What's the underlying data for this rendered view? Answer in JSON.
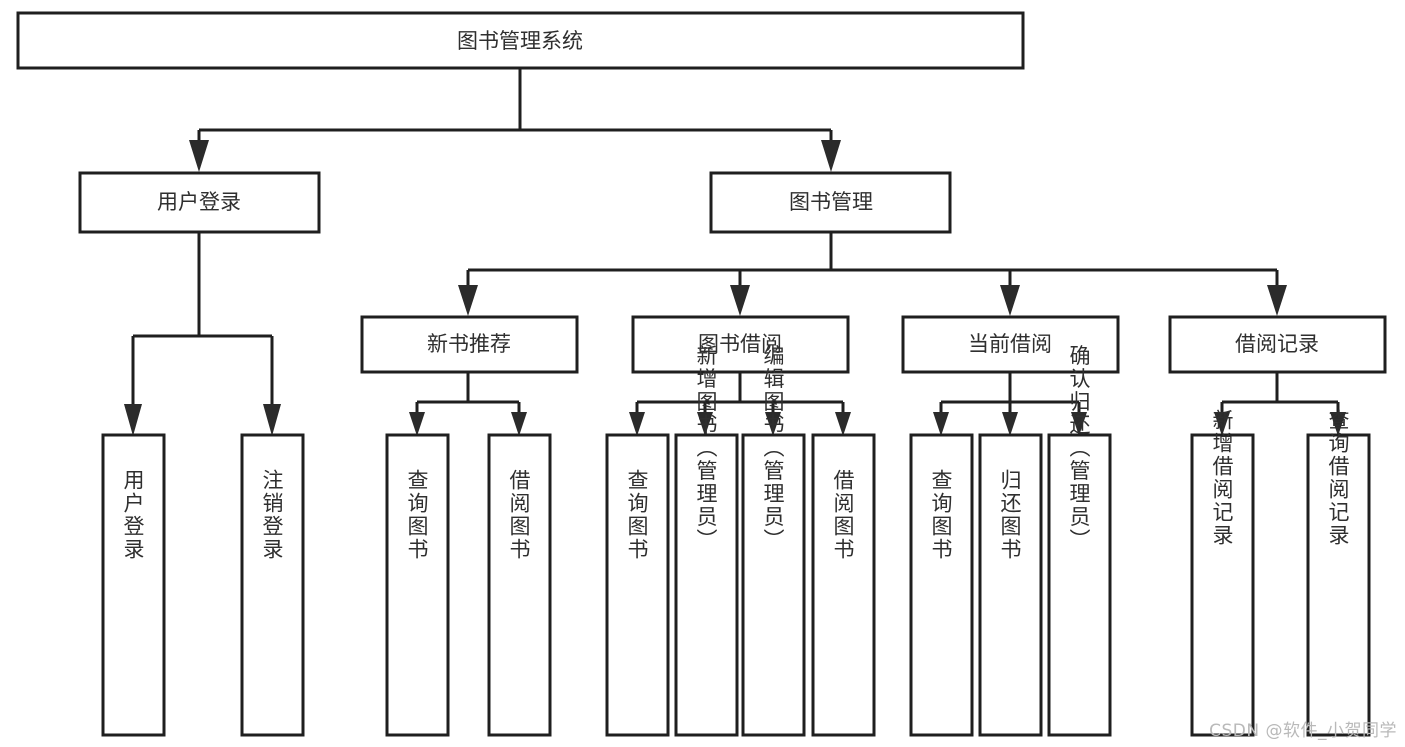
{
  "diagram": {
    "type": "hierarchy-tree",
    "title": "图书管理系统",
    "watermark": "CSDN @软件_小贺同学",
    "colors": {
      "box_stroke": "#1f1f1f",
      "box_fill": "#ffffff",
      "text": "#2f2f2f",
      "connector": "#1f1f1f",
      "watermark": "#b9b9b9",
      "background": "#ffffff"
    },
    "levels": {
      "root": {
        "label": "图书管理系统"
      },
      "level2": [
        {
          "label": "用户登录"
        },
        {
          "label": "图书管理"
        }
      ],
      "level3": [
        {
          "label": "新书推荐"
        },
        {
          "label": "图书借阅"
        },
        {
          "label": "当前借阅"
        },
        {
          "label": "借阅记录"
        }
      ],
      "leaves": {
        "user_login": [
          {
            "label": "用户登录"
          },
          {
            "label": "注销登录"
          }
        ],
        "new_book_recommend": [
          {
            "label": "查询图书"
          },
          {
            "label": "借阅图书"
          }
        ],
        "book_borrow": [
          {
            "label": "查询图书"
          },
          {
            "label": "新增图书（管理员）"
          },
          {
            "label": "编辑图书（管理员）"
          },
          {
            "label": "借阅图书"
          }
        ],
        "current_borrow": [
          {
            "label": "查询图书"
          },
          {
            "label": "归还图书"
          },
          {
            "label": "确认归还（管理员）"
          }
        ],
        "borrow_record": [
          {
            "label": "新增借阅记录"
          },
          {
            "label": "查询借阅记录"
          }
        ]
      }
    }
  }
}
